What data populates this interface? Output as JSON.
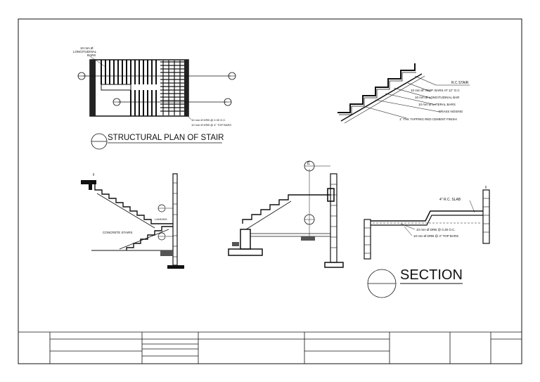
{
  "plan": {
    "title": "STRUCTURAL PLAN OF STAIR",
    "label_long_1": "10 mm Ø",
    "label_long_2": "LONGITUDINAL",
    "label_long_3": "BARS",
    "label_drb_1": "10 mm Ø DRB @ 0.30 O.C.",
    "label_drb_2": "10 mm Ø DRB @ 4\" TOP BARS"
  },
  "detail": {
    "items": [
      "R.C STAIR",
      "10 mm Ø TEMP. BARS AT 12\" O.C",
      "10 mm Ø LONGITUDINAL BAR",
      "10 mm Ø LATERAL BARS",
      "BRASS NOSING",
      "1\" THK TAPPING RED CEMENT FINISH"
    ]
  },
  "section_a": {
    "landing": "LANDING",
    "concrete": "CONCRETE STAIRS"
  },
  "section_c": {
    "slab": "4\" R.C. SLAB",
    "drb_1": "10 mm Ø DRB @ 0.30 O.C.",
    "drb_2": "10 mm Ø DRB @ 4\" TOP BARS"
  },
  "section_title": "SECTION",
  "marker_letter": "E"
}
